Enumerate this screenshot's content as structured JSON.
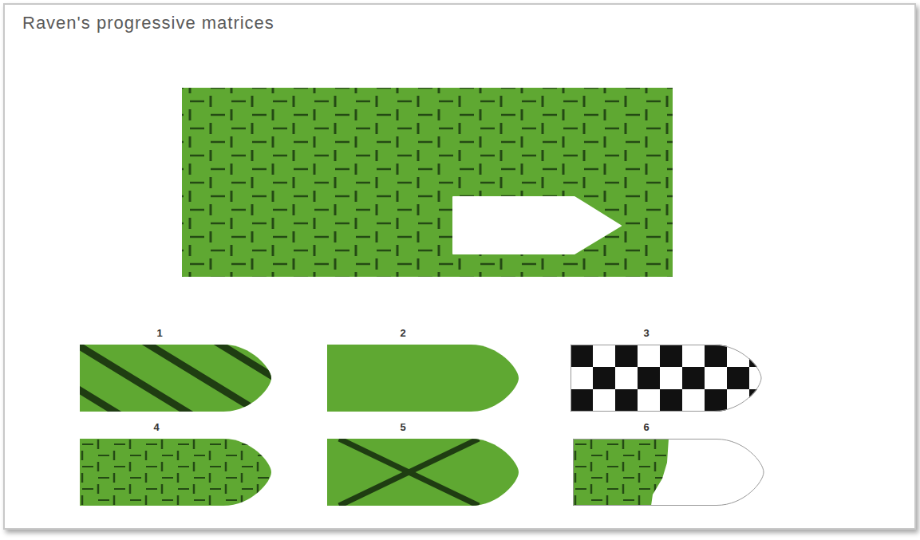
{
  "diagram": {
    "title": "Raven's progressive matrices",
    "labels": [
      "1",
      "2",
      "3",
      "4",
      "5",
      "6"
    ]
  }
}
